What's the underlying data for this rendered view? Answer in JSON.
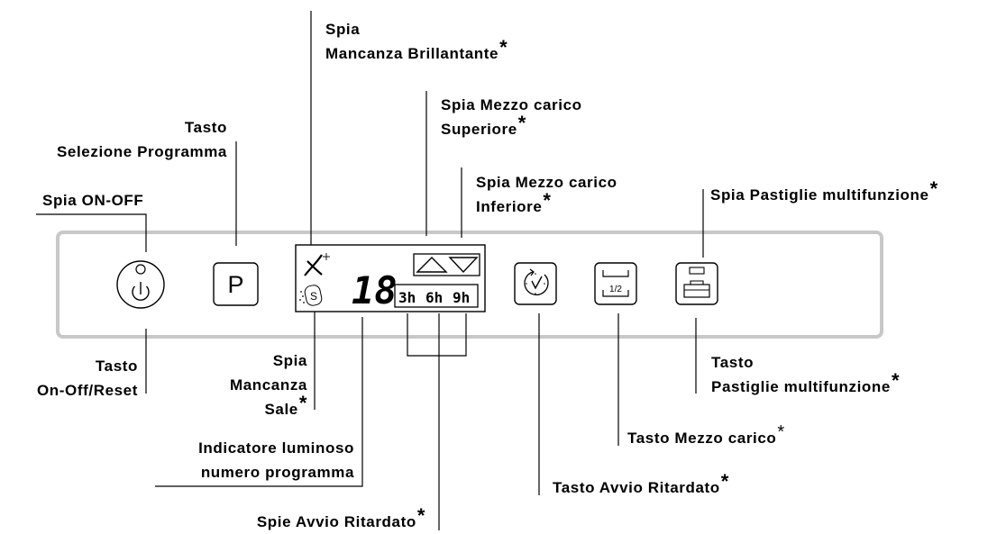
{
  "labels": {
    "spia_brillantante": {
      "line1": "Spia",
      "line2": "Mancanza Brillantante",
      "star": "*"
    },
    "spia_mezzo_superiore": {
      "line1": "Spia Mezzo carico",
      "line2": "Superiore",
      "star": "*"
    },
    "tasto_selezione": {
      "line1": "Tasto",
      "line2": "Selezione Programma"
    },
    "spia_mezzo_inferiore": {
      "line1": "Spia Mezzo carico",
      "line2": "Inferiore",
      "star": "*"
    },
    "spia_on_off": {
      "text": "Spia ON-OFF"
    },
    "spia_pastiglie": {
      "text": "Spia Pastiglie multifunzione",
      "star": "*"
    },
    "tasto_on_off": {
      "line1": "Tasto",
      "line2": "On-Off/Reset"
    },
    "spia_sale": {
      "line1": "Spia",
      "line2": "Mancanza",
      "line3": "Sale",
      "star": "*"
    },
    "tasto_pastiglie": {
      "line1": "Tasto",
      "line2": "Pastiglie multifunzione",
      "star": "*"
    },
    "tasto_mezzo_carico": {
      "text": "Tasto Mezzo carico",
      "star": "*"
    },
    "indicatore": {
      "line1": "Indicatore luminoso",
      "line2": "numero programma"
    },
    "tasto_avvio": {
      "text": "Tasto Avvio Ritardato",
      "star": "*"
    },
    "spie_avvio": {
      "text": "Spie Avvio Ritardato",
      "star": "*"
    }
  },
  "panel": {
    "program_button": "P",
    "digits": "18",
    "delay_options": [
      "3h",
      "6h",
      "9h"
    ],
    "salt_symbol": "S",
    "half_load": "1/2"
  }
}
